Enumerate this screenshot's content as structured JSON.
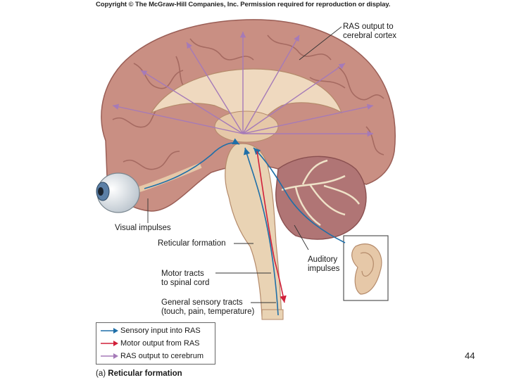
{
  "copyright": "Copyright © The McGraw-Hill Companies, Inc. Permission required for reproduction or display.",
  "labels": {
    "ras_output_line1": "RAS output to",
    "ras_output_line2": "cerebral cortex",
    "visual_impulses": "Visual impulses",
    "reticular_formation": "Reticular formation",
    "auditory_line1": "Auditory",
    "auditory_line2": "impulses",
    "motor_line1": "Motor tracts",
    "motor_line2": "to spinal cord",
    "sensory_line1": "General sensory tracts",
    "sensory_line2": "(touch, pain, temperature)"
  },
  "legend": [
    {
      "label": "Sensory input into RAS",
      "color": "#1f6fa8"
    },
    {
      "label": "Motor output from RAS",
      "color": "#d1203a"
    },
    {
      "label": "RAS output to cerebrum",
      "color": "#a57ab8"
    }
  ],
  "caption": {
    "prefix": "(a)",
    "text": "Reticular formation"
  },
  "page_number": "44",
  "colors": {
    "brain": "#c98f83",
    "brain_dark": "#9a5e56",
    "inner": "#efd9bf",
    "cerebellum": "#b07575",
    "brainstem": "#e9d3b4",
    "sensory": "#1f6fa8",
    "motor": "#d1203a",
    "ras_output": "#a57ab8"
  }
}
